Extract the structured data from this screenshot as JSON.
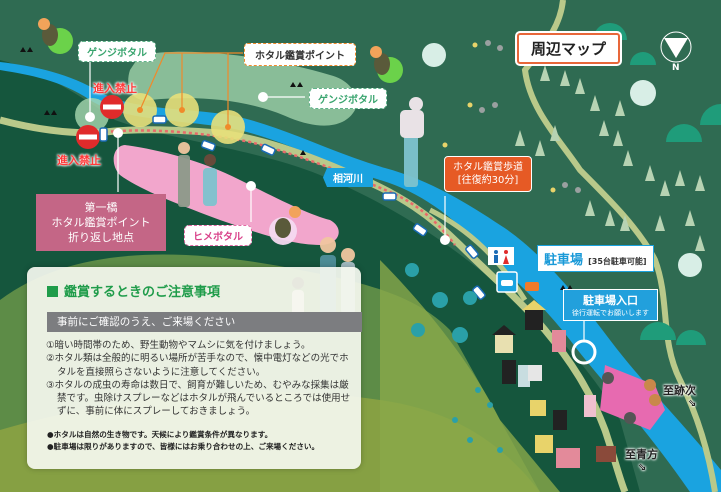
{
  "map": {
    "title": "周辺マップ",
    "north_label": "N",
    "labels": {
      "genji_1": "ゲンジボタル",
      "genji_2": "ゲンジボタル",
      "hime": "ヒメボタル",
      "viewing_point": "ホタル鑑賞ポイント",
      "no_entry_1": "進入禁止",
      "no_entry_2": "進入禁止",
      "bridge": {
        "line1": "第一橋",
        "line2": "ホタル鑑賞ポイント",
        "line3": "折り返し地点"
      },
      "river": "相河川",
      "trail": {
        "line1": "ホタル鑑賞歩道",
        "line2": "[往復約30分]"
      },
      "parking": {
        "name": "駐車場",
        "capacity": "[35台駐車可能]"
      },
      "parking_entrance": {
        "name": "駐車場入口",
        "note": "徐行運転でお願いします"
      },
      "to_atotsugi": "至跡次",
      "to_aokata": "至青方"
    },
    "icons": [
      "firefly-icon",
      "no-entry-icon",
      "toilet-icon",
      "parking-car-icon",
      "compass-north-icon",
      "one-way-arrow-icon"
    ],
    "colors": {
      "background": "#2f6b52",
      "river": "#1aa3e0",
      "genji_zone": "#a8d8b0",
      "hime_zone": "#f2a6cc",
      "viewing_point": "#e8e07a",
      "accent_orange": "#e65a25",
      "bridge_label": "#c46686"
    }
  },
  "notice": {
    "heading": "鑑賞するときのご注意事項",
    "subheading": "事前にご確認のうえ、ご来場ください",
    "items": [
      "①暗い時間帯のため、野生動物やマムシに気を付けましょう。",
      "②ホタル類は全般的に明るい場所が苦手なので、懐中電灯などの光でホタルを直接照らさないように注意してください。",
      "③ホタルの成虫の寿命は数日で、飼育が難しいため、むやみな採集は厳禁です。虫除けスプレーなどはホタルが飛んでいるところでは使用せずに、事前に体にスプレーしておきましょう。"
    ],
    "notes": [
      "●ホタルは自然の生き物です。天候により鑑賞条件が異なります。",
      "●駐車場は限りがありますので、皆様にはお乗り合わせの上、ご来場ください。"
    ]
  }
}
